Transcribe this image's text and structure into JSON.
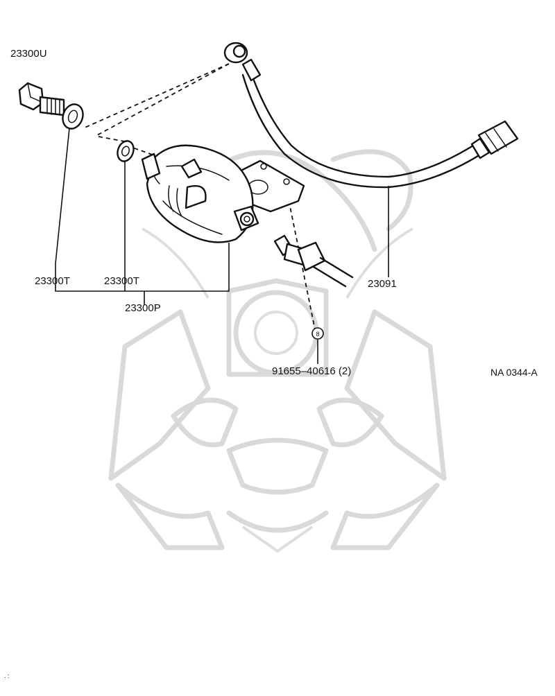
{
  "labels": {
    "bolt": "23300U",
    "gasket_outer": "23300T",
    "gasket_inner": "23300T",
    "filter_assy": "23300P",
    "fuel_pipe": "23091",
    "mounting_bolt": "91655–40616 (2)",
    "bolt_symbol": "8",
    "diagram_code": "NA  0344-A",
    "corner_mark": ". :"
  },
  "watermark": "samurai-helmet-logo"
}
